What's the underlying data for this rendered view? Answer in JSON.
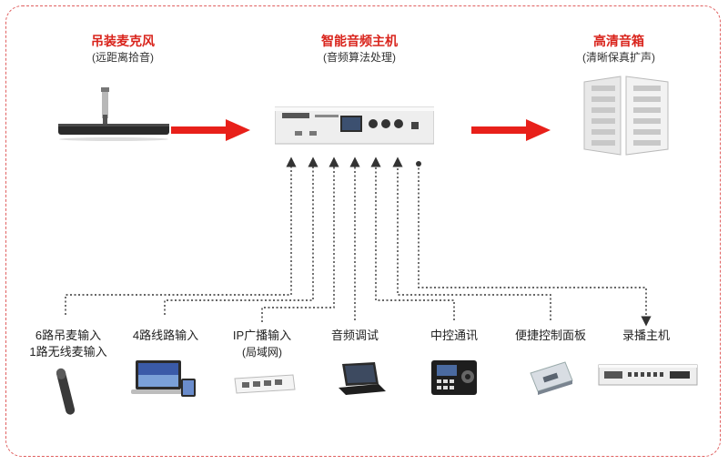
{
  "top": {
    "mic": {
      "title": "吊装麦克风",
      "subtitle": "(远距离拾音)",
      "icon": "hanging-microphone-icon"
    },
    "host": {
      "title": "智能音频主机",
      "subtitle": "(音频算法处理)",
      "icon": "rack-audio-host-icon"
    },
    "speaker": {
      "title": "高清音箱",
      "subtitle": "(清晰保真扩声)",
      "icon": "speaker-icon"
    }
  },
  "inputs": [
    {
      "line1": "6路吊麦输入",
      "line2": "1路无线麦输入",
      "icon": "wireless-mic-icon"
    },
    {
      "line1": "4路线路输入",
      "line2": "",
      "icon": "laptop-tablet-icon"
    },
    {
      "line1": "IP广播输入",
      "line2": "(局域网)",
      "icon": "network-switch-icon"
    },
    {
      "line1": "音频调试",
      "line2": "",
      "icon": "laptop-icon"
    },
    {
      "line1": "中控通讯",
      "line2": "",
      "icon": "control-panel-icon"
    },
    {
      "line1": "便捷控制面板",
      "line2": "",
      "icon": "button-panel-icon"
    },
    {
      "line1": "录播主机",
      "line2": "",
      "icon": "recording-host-icon"
    }
  ],
  "colors": {
    "accent": "#d9241c",
    "border": "#e06060",
    "arrow": "#e8201a",
    "dotted": "#333333"
  }
}
